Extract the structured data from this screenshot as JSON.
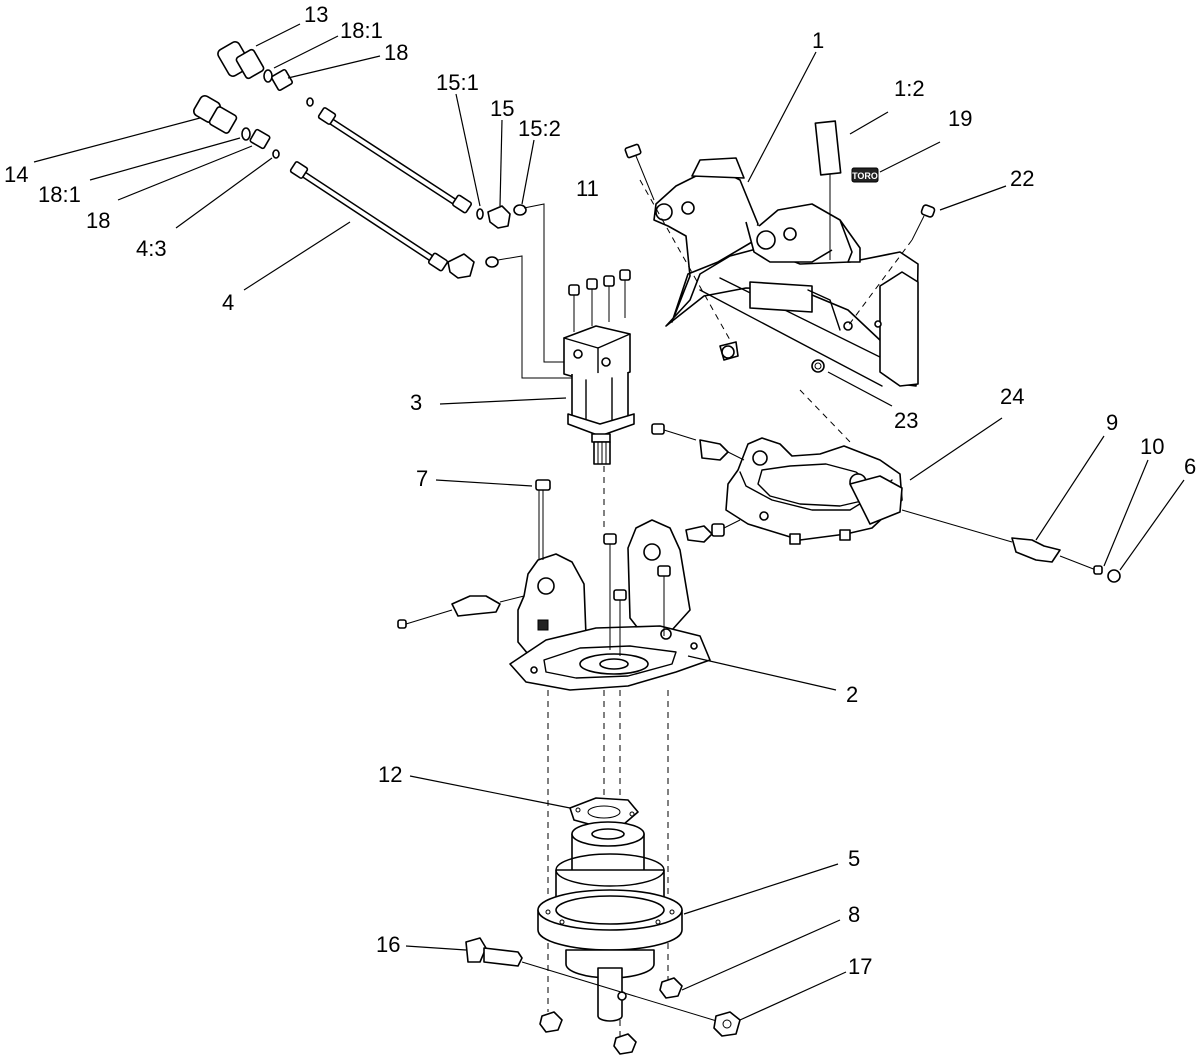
{
  "callouts": [
    {
      "id": "c13",
      "label": "13"
    },
    {
      "id": "c18a1",
      "label": "18:1"
    },
    {
      "id": "c18a",
      "label": "18"
    },
    {
      "id": "c15a",
      "label": "15:1"
    },
    {
      "id": "c15",
      "label": "15"
    },
    {
      "id": "c15b",
      "label": "15:2"
    },
    {
      "id": "c14",
      "label": "14"
    },
    {
      "id": "c18b1",
      "label": "18:1"
    },
    {
      "id": "c18b",
      "label": "18"
    },
    {
      "id": "c43",
      "label": "4:3"
    },
    {
      "id": "c4",
      "label": "4"
    },
    {
      "id": "c11",
      "label": "11"
    },
    {
      "id": "c1",
      "label": "1"
    },
    {
      "id": "c12x",
      "label": "1:2"
    },
    {
      "id": "c19",
      "label": "19"
    },
    {
      "id": "c22",
      "label": "22"
    },
    {
      "id": "c3",
      "label": "3"
    },
    {
      "id": "c23",
      "label": "23"
    },
    {
      "id": "c24",
      "label": "24"
    },
    {
      "id": "c9",
      "label": "9"
    },
    {
      "id": "c10",
      "label": "10"
    },
    {
      "id": "c6",
      "label": "6"
    },
    {
      "id": "c7",
      "label": "7"
    },
    {
      "id": "c2",
      "label": "2"
    },
    {
      "id": "c12",
      "label": "12"
    },
    {
      "id": "c5",
      "label": "5"
    },
    {
      "id": "c8",
      "label": "8"
    },
    {
      "id": "c16",
      "label": "16"
    },
    {
      "id": "c17",
      "label": "17"
    }
  ],
  "decal_text": "TORO"
}
